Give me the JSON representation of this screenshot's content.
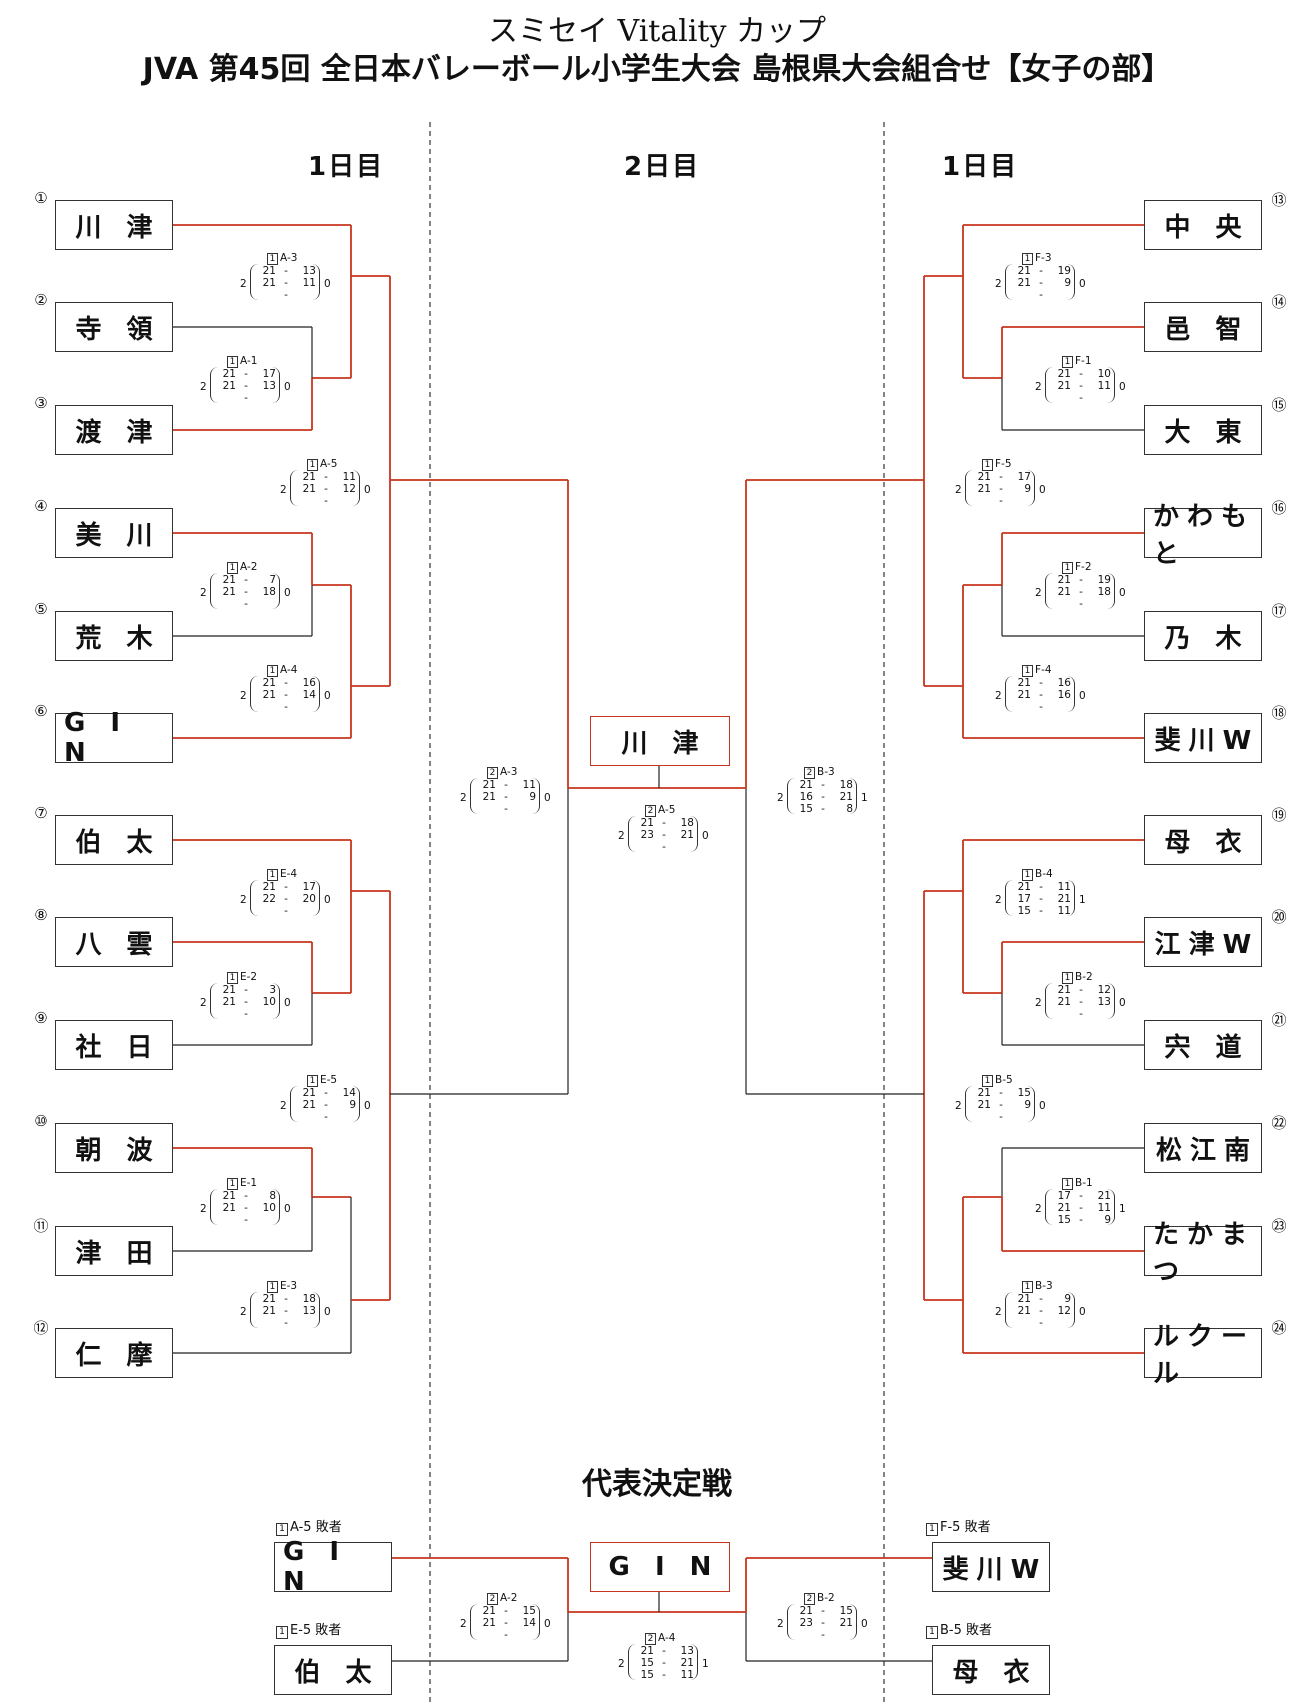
{
  "title": {
    "line1": "スミセイ Vitality カップ",
    "line2": "JVA 第45回 全日本バレーボール小学生大会 島根県大会組合せ【女子の部】"
  },
  "days": {
    "left": "1日目",
    "center": "2日目",
    "right": "1日目"
  },
  "teams": [
    {
      "seed": "①",
      "name": "川 津"
    },
    {
      "seed": "②",
      "name": "寺 領"
    },
    {
      "seed": "③",
      "name": "渡 津"
    },
    {
      "seed": "④",
      "name": "美 川"
    },
    {
      "seed": "⑤",
      "name": "荒 木"
    },
    {
      "seed": "⑥",
      "name": "G I N"
    },
    {
      "seed": "⑦",
      "name": "伯 太"
    },
    {
      "seed": "⑧",
      "name": "八 雲"
    },
    {
      "seed": "⑨",
      "name": "社 日"
    },
    {
      "seed": "⑩",
      "name": "朝 波"
    },
    {
      "seed": "⑪",
      "name": "津 田"
    },
    {
      "seed": "⑫",
      "name": "仁 摩"
    },
    {
      "seed": "⑬",
      "name": "中 央"
    },
    {
      "seed": "⑭",
      "name": "邑 智"
    },
    {
      "seed": "⑮",
      "name": "大 東"
    },
    {
      "seed": "⑯",
      "name": "かわもと"
    },
    {
      "seed": "⑰",
      "name": "乃 木"
    },
    {
      "seed": "⑱",
      "name": "斐川W"
    },
    {
      "seed": "⑲",
      "name": "母 衣"
    },
    {
      "seed": "⑳",
      "name": "江津W"
    },
    {
      "seed": "㉑",
      "name": "宍 道"
    },
    {
      "seed": "㉒",
      "name": "松江南"
    },
    {
      "seed": "㉓",
      "name": "たかまつ"
    },
    {
      "seed": "㉔",
      "name": "ルクール"
    }
  ],
  "champion": "川 津",
  "matches": [
    {
      "day": "1",
      "code": "A-3",
      "lw": "2",
      "rw": "0",
      "games": [
        [
          "21",
          "13"
        ],
        [
          "21",
          "11"
        ],
        [
          "",
          ""
        ]
      ]
    },
    {
      "day": "1",
      "code": "A-1",
      "lw": "2",
      "rw": "0",
      "games": [
        [
          "21",
          "17"
        ],
        [
          "21",
          "13"
        ],
        [
          "",
          ""
        ]
      ]
    },
    {
      "day": "1",
      "code": "A-5",
      "lw": "2",
      "rw": "0",
      "games": [
        [
          "21",
          "11"
        ],
        [
          "21",
          "12"
        ],
        [
          "",
          ""
        ]
      ]
    },
    {
      "day": "1",
      "code": "A-2",
      "lw": "2",
      "rw": "0",
      "games": [
        [
          "21",
          "7"
        ],
        [
          "21",
          "18"
        ],
        [
          "",
          ""
        ]
      ]
    },
    {
      "day": "1",
      "code": "A-4",
      "lw": "2",
      "rw": "0",
      "games": [
        [
          "21",
          "16"
        ],
        [
          "21",
          "14"
        ],
        [
          "",
          ""
        ]
      ]
    },
    {
      "day": "1",
      "code": "E-4",
      "lw": "2",
      "rw": "0",
      "games": [
        [
          "21",
          "17"
        ],
        [
          "22",
          "20"
        ],
        [
          "",
          ""
        ]
      ]
    },
    {
      "day": "1",
      "code": "E-2",
      "lw": "2",
      "rw": "0",
      "games": [
        [
          "21",
          "3"
        ],
        [
          "21",
          "10"
        ],
        [
          "",
          ""
        ]
      ]
    },
    {
      "day": "1",
      "code": "E-5",
      "lw": "2",
      "rw": "0",
      "games": [
        [
          "21",
          "14"
        ],
        [
          "21",
          "9"
        ],
        [
          "",
          ""
        ]
      ]
    },
    {
      "day": "1",
      "code": "E-1",
      "lw": "2",
      "rw": "0",
      "games": [
        [
          "21",
          "8"
        ],
        [
          "21",
          "10"
        ],
        [
          "",
          ""
        ]
      ]
    },
    {
      "day": "1",
      "code": "E-3",
      "lw": "2",
      "rw": "0",
      "games": [
        [
          "21",
          "18"
        ],
        [
          "21",
          "13"
        ],
        [
          "",
          ""
        ]
      ]
    },
    {
      "day": "1",
      "code": "F-3",
      "lw": "2",
      "rw": "0",
      "games": [
        [
          "21",
          "19"
        ],
        [
          "21",
          "9"
        ],
        [
          "",
          ""
        ]
      ]
    },
    {
      "day": "1",
      "code": "F-1",
      "lw": "2",
      "rw": "0",
      "games": [
        [
          "21",
          "10"
        ],
        [
          "21",
          "11"
        ],
        [
          "",
          ""
        ]
      ]
    },
    {
      "day": "1",
      "code": "F-5",
      "lw": "2",
      "rw": "0",
      "games": [
        [
          "21",
          "17"
        ],
        [
          "21",
          "9"
        ],
        [
          "",
          ""
        ]
      ]
    },
    {
      "day": "1",
      "code": "F-2",
      "lw": "2",
      "rw": "0",
      "games": [
        [
          "21",
          "19"
        ],
        [
          "21",
          "18"
        ],
        [
          "",
          ""
        ]
      ]
    },
    {
      "day": "1",
      "code": "F-4",
      "lw": "2",
      "rw": "0",
      "games": [
        [
          "21",
          "16"
        ],
        [
          "21",
          "16"
        ],
        [
          "",
          ""
        ]
      ]
    },
    {
      "day": "1",
      "code": "B-4",
      "lw": "2",
      "rw": "1",
      "games": [
        [
          "21",
          "11"
        ],
        [
          "17",
          "21"
        ],
        [
          "15",
          "11"
        ]
      ]
    },
    {
      "day": "1",
      "code": "B-2",
      "lw": "2",
      "rw": "0",
      "games": [
        [
          "21",
          "12"
        ],
        [
          "21",
          "13"
        ],
        [
          "",
          ""
        ]
      ]
    },
    {
      "day": "1",
      "code": "B-5",
      "lw": "2",
      "rw": "0",
      "games": [
        [
          "21",
          "15"
        ],
        [
          "21",
          "9"
        ],
        [
          "",
          ""
        ]
      ]
    },
    {
      "day": "1",
      "code": "B-1",
      "lw": "2",
      "rw": "1",
      "games": [
        [
          "17",
          "21"
        ],
        [
          "21",
          "11"
        ],
        [
          "15",
          "9"
        ]
      ]
    },
    {
      "day": "1",
      "code": "B-3",
      "lw": "2",
      "rw": "0",
      "games": [
        [
          "21",
          "9"
        ],
        [
          "21",
          "12"
        ],
        [
          "",
          ""
        ]
      ]
    },
    {
      "day": "2",
      "code": "A-3",
      "lw": "2",
      "rw": "0",
      "games": [
        [
          "21",
          "11"
        ],
        [
          "21",
          "9"
        ],
        [
          "",
          ""
        ]
      ]
    },
    {
      "day": "2",
      "code": "B-3",
      "lw": "2",
      "rw": "1",
      "games": [
        [
          "21",
          "18"
        ],
        [
          "16",
          "21"
        ],
        [
          "15",
          "8"
        ]
      ]
    },
    {
      "day": "2",
      "code": "A-5",
      "lw": "2",
      "rw": "0",
      "games": [
        [
          "21",
          "18"
        ],
        [
          "23",
          "21"
        ],
        [
          "",
          ""
        ]
      ]
    },
    {
      "day": "2",
      "code": "A-2",
      "lw": "2",
      "rw": "0",
      "games": [
        [
          "21",
          "15"
        ],
        [
          "21",
          "14"
        ],
        [
          "",
          ""
        ]
      ]
    },
    {
      "day": "2",
      "code": "B-2",
      "lw": "2",
      "rw": "0",
      "games": [
        [
          "21",
          "15"
        ],
        [
          "23",
          "21"
        ],
        [
          "",
          ""
        ]
      ]
    },
    {
      "day": "2",
      "code": "A-4",
      "lw": "2",
      "rw": "1",
      "games": [
        [
          "21",
          "13"
        ],
        [
          "15",
          "21"
        ],
        [
          "15",
          "11"
        ]
      ]
    }
  ],
  "rep": {
    "title": "代表決定戦",
    "labels": [
      {
        "day": "1",
        "text": "A-5 敗者"
      },
      {
        "day": "1",
        "text": "E-5 敗者"
      },
      {
        "day": "1",
        "text": "F-5 敗者"
      },
      {
        "day": "1",
        "text": "B-5 敗者"
      }
    ],
    "teams": [
      "G I N",
      "伯 太",
      "斐川W",
      "母 衣"
    ],
    "winner": "G I N"
  },
  "colors": {
    "win_line": "#c8351e",
    "line": "#222222"
  }
}
